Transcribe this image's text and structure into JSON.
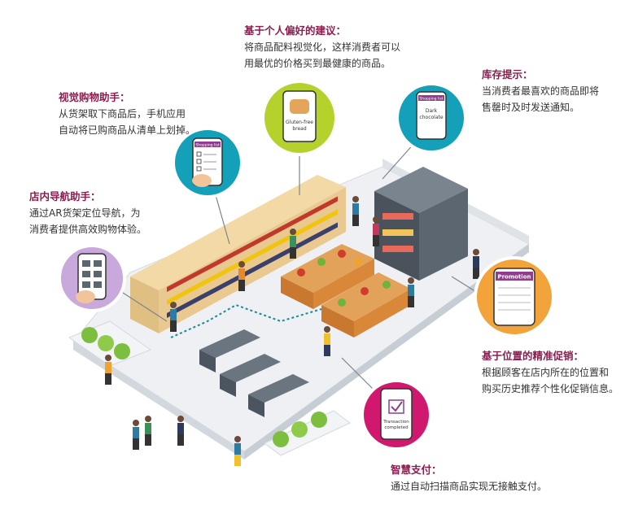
{
  "colors": {
    "title_text": "#8a1d4e",
    "body_text": "#333333",
    "floor": "#eef0f3",
    "wall": "#dfe3e8",
    "path_line": "#1a8a9a",
    "shelf_wood": "#e9c98f",
    "produce_crate": "#d9883a",
    "fridge": "#5c6670",
    "counter": "#4a5560",
    "planter": "#7cbf3f",
    "circle_teal": "#13a0b8",
    "circle_green": "#b5d22c",
    "circle_lavender": "#c9a9dc",
    "circle_orange": "#f2a33a",
    "circle_magenta": "#d0196e"
  },
  "callouts": {
    "preference": {
      "title": "基于个人偏好的建议：",
      "lines": [
        "将商品配料视觉化，这样消费者可以",
        "用最优的价格买到最健康的商品。"
      ]
    },
    "inventory": {
      "title": "库存提示：",
      "lines": [
        "当消费者最喜欢的商品即将",
        "售罄时及时发送通知。"
      ]
    },
    "visual_shopping": {
      "title": "视觉购物助手：",
      "lines": [
        "从货架取下商品后，手机应用",
        "自动将已购商品从清单上划掉。"
      ]
    },
    "navigation": {
      "title": "店内导航助手：",
      "lines": [
        "通过AR货架定位导航，为",
        "消费者提供高效购物体验。"
      ]
    },
    "location_promo": {
      "title": "基于位置的精准促销：",
      "lines": [
        "根据顾客在店内所在的位置和",
        "购买历史推荐个性化促销信息。"
      ]
    },
    "smart_payment": {
      "title": "智慧支付：",
      "lines": [
        "通过自动扫描商品实现无接触支付。"
      ]
    }
  },
  "phones": {
    "preference": {
      "screen_text": [
        "Gluten-free",
        "bread"
      ]
    },
    "inventory": {
      "header": "Shopping list",
      "screen_text": [
        "Dark",
        "chocolate"
      ]
    },
    "visual_shopping": {
      "header": "Shopping list"
    },
    "promotion": {
      "header": "Promotion"
    },
    "payment": {
      "screen_text": [
        "Transaction",
        "completed"
      ]
    }
  },
  "icons": {
    "preference": "phone-bread-icon",
    "inventory": "phone-chocolate-icon",
    "visual_shopping": "phone-checklist-icon",
    "navigation": "phone-ar-map-icon",
    "promotion": "phone-promotion-icon",
    "payment": "phone-checkmark-icon"
  }
}
